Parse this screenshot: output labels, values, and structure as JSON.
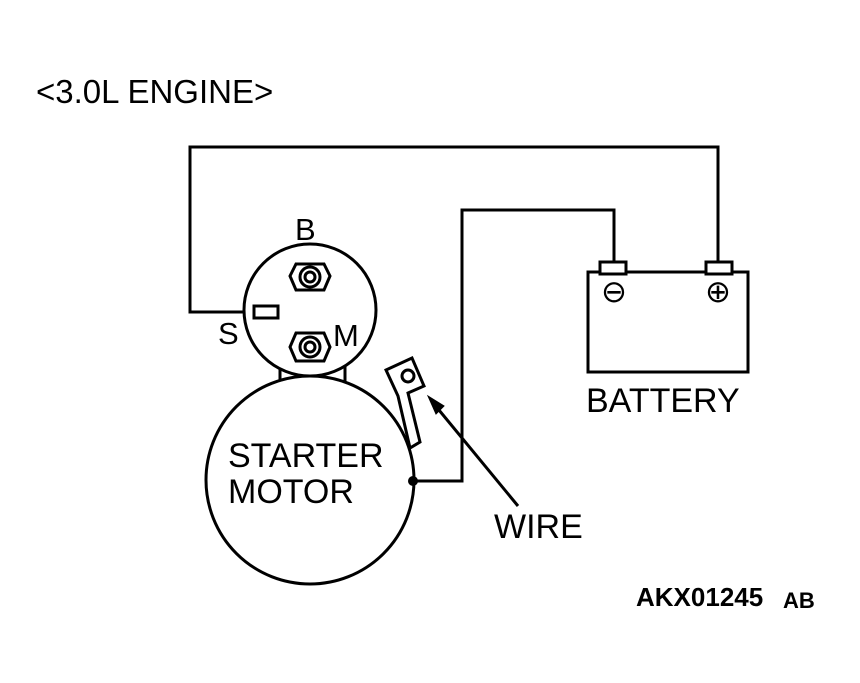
{
  "diagram": {
    "title": "<3.0L ENGINE>",
    "starter_motor": {
      "line1": "STARTER",
      "line2": "MOTOR",
      "terminal_b": "B",
      "terminal_s": "S",
      "terminal_m": "M"
    },
    "battery": {
      "label": "BATTERY",
      "negative_symbol": "⊖",
      "positive_symbol": "⊕"
    },
    "wire_label": "WIRE",
    "figure_code": "AKX01245",
    "figure_code_suffix": "AB"
  }
}
